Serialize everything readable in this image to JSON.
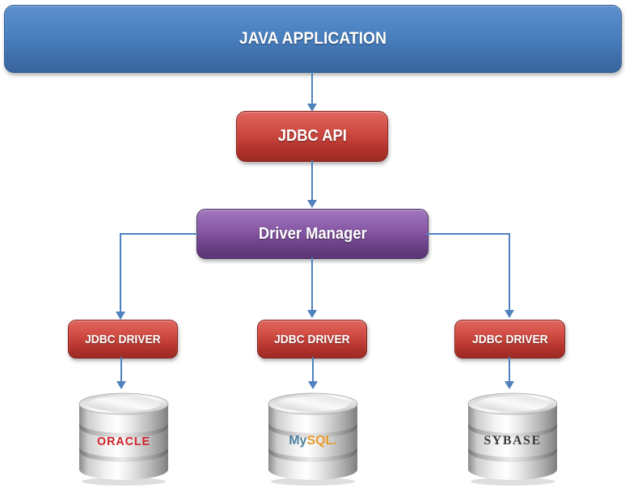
{
  "colors": {
    "arrow": "#4e81bd",
    "java_box": "#4a80c0",
    "api_box": "#c4443c",
    "manager_box": "#7a4f9d",
    "driver_box": "#c4443c",
    "oracle_logo": "#d1242b",
    "mysql_my": "#4e7e9e",
    "mysql_sql": "#e89b2c",
    "sybase_logo": "#3a3a3a"
  },
  "nodes": {
    "java_application": "JAVA APPLICATION",
    "jdbc_api": "JDBC API",
    "driver_manager": "Driver Manager",
    "drivers": [
      "JDBC DRIVER",
      "JDBC DRIVER",
      "JDBC DRIVER"
    ],
    "databases": [
      {
        "id": "oracle",
        "logo": "ORACLE"
      },
      {
        "id": "mysql",
        "logo_my": "My",
        "logo_sql": "SQL."
      },
      {
        "id": "sybase",
        "logo": "SYBASE"
      }
    ]
  },
  "edges": [
    "java_application -> jdbc_api",
    "jdbc_api -> driver_manager",
    "driver_manager -> jdbc_driver_left",
    "driver_manager -> jdbc_driver_center",
    "driver_manager -> jdbc_driver_right",
    "jdbc_driver_left -> oracle",
    "jdbc_driver_center -> mysql",
    "jdbc_driver_right -> sybase"
  ]
}
